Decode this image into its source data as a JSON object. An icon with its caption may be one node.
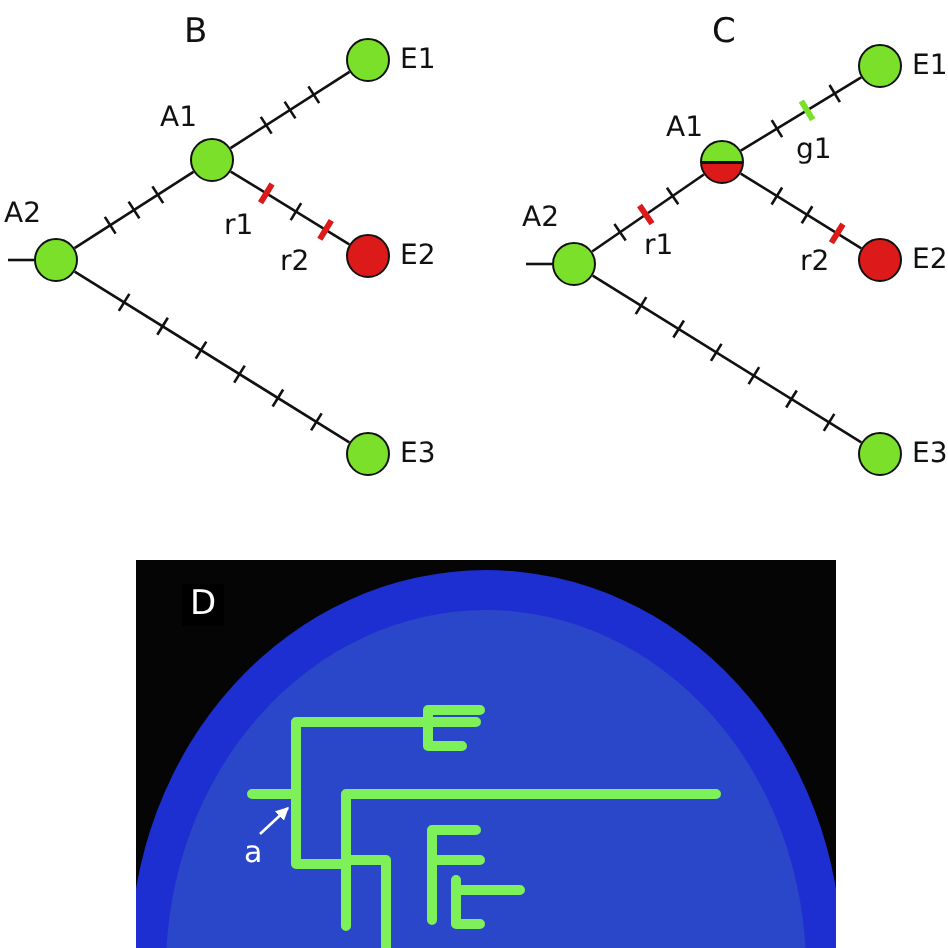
{
  "diagram": {
    "nodes": [
      {
        "text": [
          "A2"
        ]
      },
      {
        "text": [
          "A1"
        ]
      },
      {
        "text": [
          "E1"
        ]
      },
      {
        "text": [
          "E2"
        ]
      },
      {
        "text": [
          "E3"
        ]
      },
      {
        "text": [
          "A2"
        ]
      },
      {
        "text": [
          "A1"
        ]
      },
      {
        "text": [
          "E1"
        ]
      },
      {
        "text": [
          "E2"
        ]
      },
      {
        "text": [
          "E3"
        ]
      },
      {
        "text": [],
        "shape": "picture"
      },
      {
        "text": [
          "a"
        ],
        "in": 10
      }
    ],
    "edges": [
      {
        "from": null,
        "to": 0,
        "arrow": "none"
      },
      {
        "from": 0,
        "to": 1,
        "arrow": "none"
      },
      {
        "from": 1,
        "to": 2,
        "arrow": "none"
      },
      {
        "from": 1,
        "to": 3,
        "arrow": "none"
      },
      {
        "from": 0,
        "to": 4,
        "arrow": "none"
      },
      {
        "from": null,
        "to": 5,
        "arrow": "none"
      },
      {
        "from": 5,
        "to": 6,
        "arrow": "none"
      },
      {
        "from": 6,
        "to": 7,
        "arrow": "none"
      },
      {
        "from": 6,
        "to": 8,
        "arrow": "none"
      },
      {
        "from": 5,
        "to": 9,
        "arrow": "none"
      },
      {
        "from": 11,
        "to": 10,
        "arrow": "to",
        "color": "#ffffff"
      }
    ],
    "labels": [
      "B",
      "C",
      "r1",
      "r2",
      "g1",
      "r1",
      "r2",
      "D"
    ]
  }
}
